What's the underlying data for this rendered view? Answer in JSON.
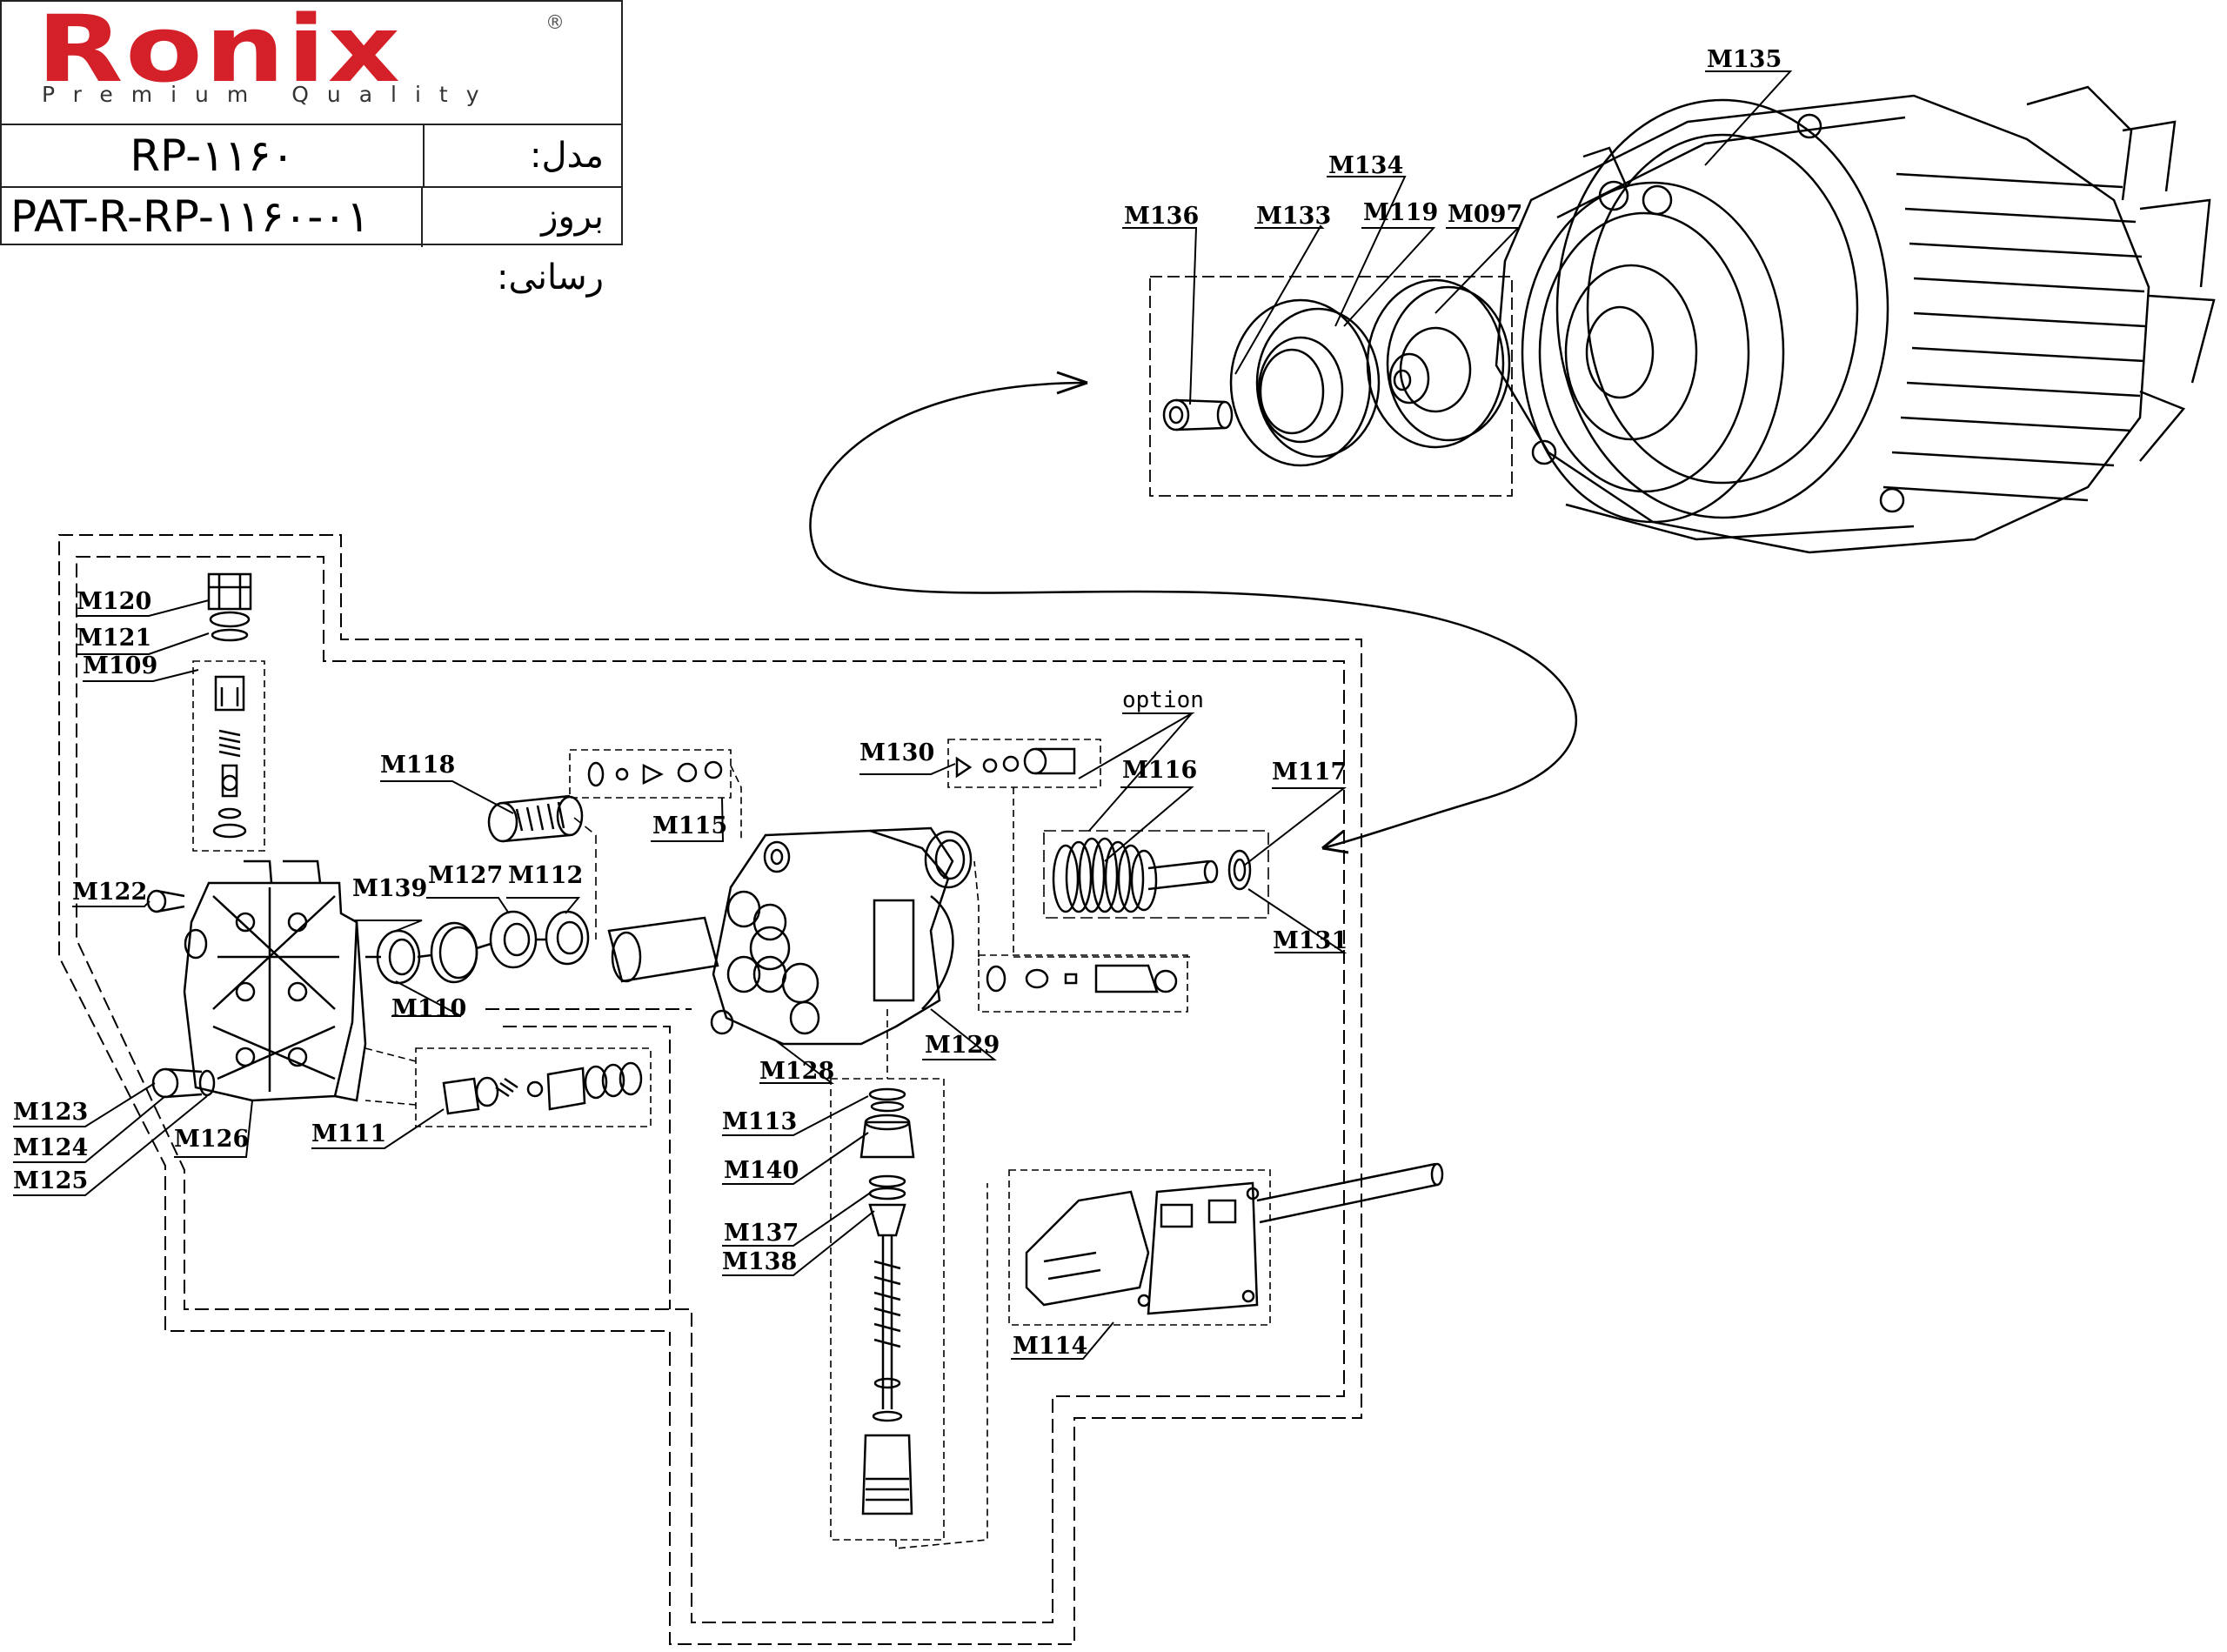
{
  "header": {
    "logo_text": "Ronix",
    "logo_registered": "®",
    "logo_tagline": "Premium Quality",
    "model_label": "مدل:",
    "model_value": "RP-۱۱۶۰",
    "update_label": "بروز رسانی:",
    "update_value": "PAT-R-RP-۱۱۶۰-۰۱"
  },
  "colors": {
    "brand_red": "#d42028",
    "line": "#000000"
  },
  "parts": {
    "M135": "M135",
    "M134": "M134",
    "M136": "M136",
    "M133": "M133",
    "M119": "M119",
    "M097": "M097",
    "M120": "M120",
    "M121": "M121",
    "M109": "M109",
    "M118": "M118",
    "M115": "M115",
    "M130": "M130",
    "M116": "M116",
    "M117": "M117",
    "M122": "M122",
    "M139": "M139",
    "M127": "M127",
    "M112": "M112",
    "M131": "M131",
    "M110": "M110",
    "M129": "M129",
    "M128": "M128",
    "M123": "M123",
    "M124": "M124",
    "M125": "M125",
    "M126": "M126",
    "M111": "M111",
    "M113": "M113",
    "M140": "M140",
    "M137": "M137",
    "M138": "M138",
    "M114": "M114"
  },
  "option_label": "option"
}
